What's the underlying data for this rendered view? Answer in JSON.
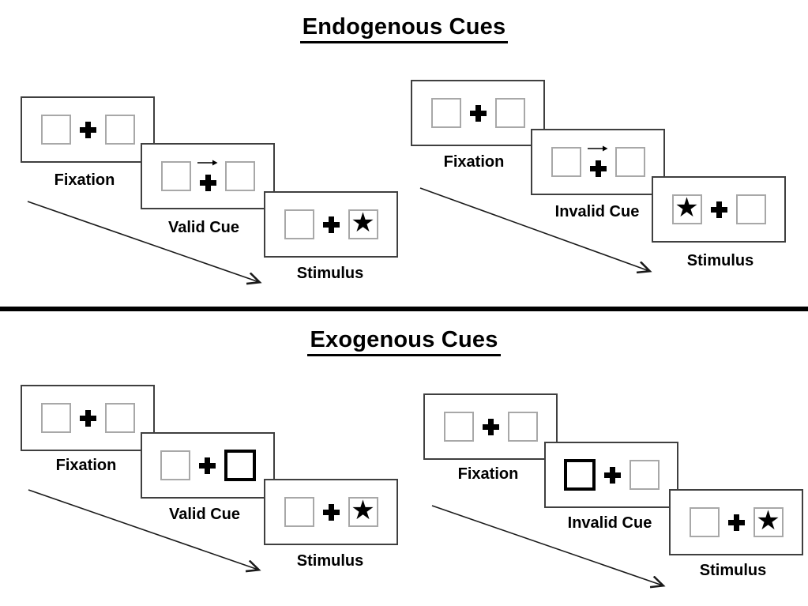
{
  "colors": {
    "background": "#ffffff",
    "panel_border": "#3f3f3f",
    "placeholder_box_border": "#a8a8a8",
    "highlight_box_border": "#000000",
    "text": "#000000",
    "divider": "#000000"
  },
  "icons": {
    "star": "★",
    "fixation_cross": "plus-cross",
    "cue_arrow": "right-arrow",
    "sequence_arrow": "diagonal-down-right-arrow"
  },
  "sections": [
    {
      "title": "Endogenous Cues",
      "trials": [
        {
          "type": "valid",
          "steps": [
            {
              "label": "Fixation",
              "left_box": "empty",
              "right_box": "empty",
              "cue": "none"
            },
            {
              "label": "Valid Cue",
              "left_box": "empty",
              "right_box": "empty",
              "cue": "central-arrow-right"
            },
            {
              "label": "Stimulus",
              "left_box": "empty",
              "right_box": "star",
              "cue": "none"
            }
          ]
        },
        {
          "type": "invalid",
          "steps": [
            {
              "label": "Fixation",
              "left_box": "empty",
              "right_box": "empty",
              "cue": "none"
            },
            {
              "label": "Invalid Cue",
              "left_box": "empty",
              "right_box": "empty",
              "cue": "central-arrow-right"
            },
            {
              "label": "Stimulus",
              "left_box": "star",
              "right_box": "empty",
              "cue": "none"
            }
          ]
        }
      ]
    },
    {
      "title": "Exogenous Cues",
      "trials": [
        {
          "type": "valid",
          "steps": [
            {
              "label": "Fixation",
              "left_box": "empty",
              "right_box": "empty",
              "cue": "none"
            },
            {
              "label": "Valid Cue",
              "left_box": "empty",
              "right_box": "highlight",
              "cue": "peripheral-highlight-right"
            },
            {
              "label": "Stimulus",
              "left_box": "empty",
              "right_box": "star",
              "cue": "none"
            }
          ]
        },
        {
          "type": "invalid",
          "steps": [
            {
              "label": "Fixation",
              "left_box": "empty",
              "right_box": "empty",
              "cue": "none"
            },
            {
              "label": "Invalid Cue",
              "left_box": "highlight",
              "right_box": "empty",
              "cue": "peripheral-highlight-left"
            },
            {
              "label": "Stimulus",
              "left_box": "empty",
              "right_box": "star",
              "cue": "none"
            }
          ]
        }
      ]
    }
  ]
}
